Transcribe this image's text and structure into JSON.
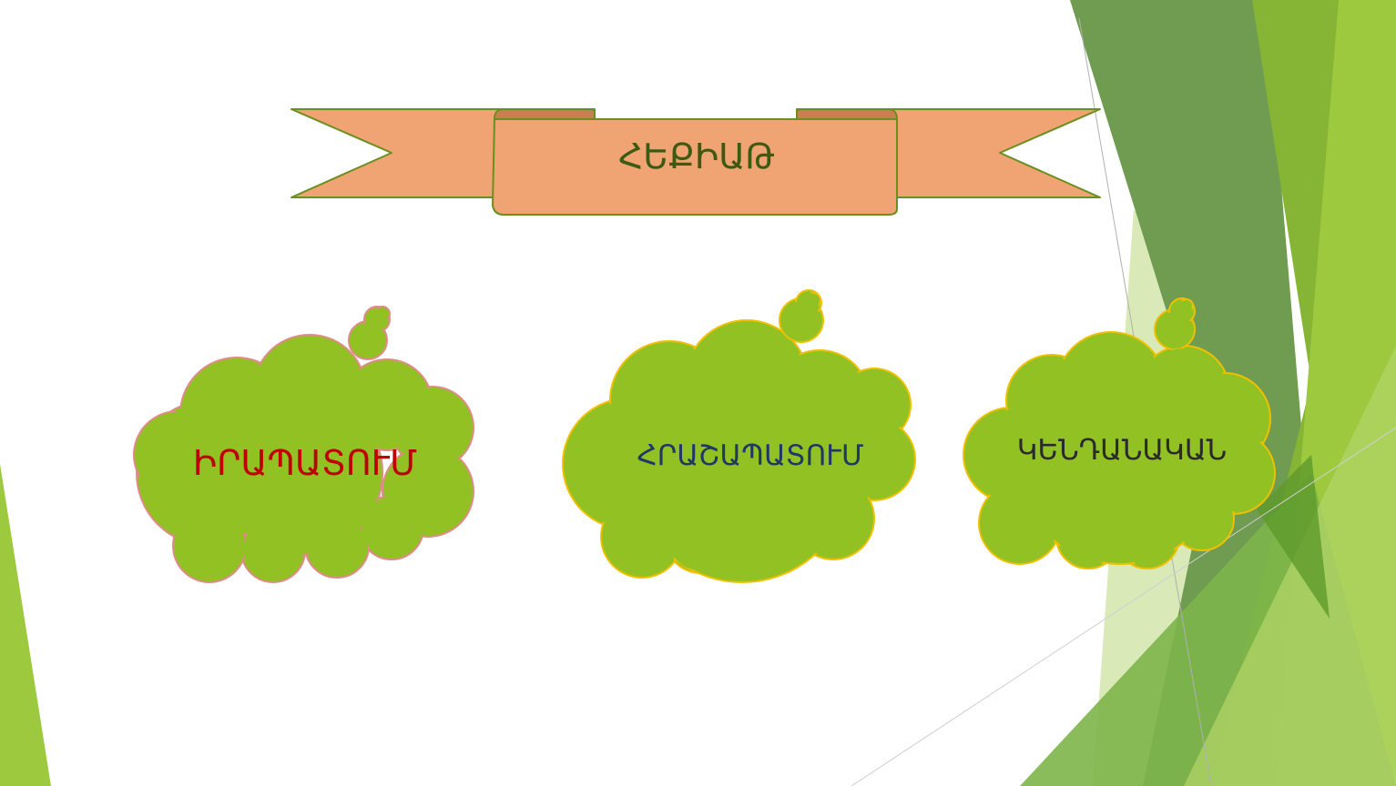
{
  "slide": {
    "banner": {
      "title": "ՀԵՔԻԱԹ",
      "title_color": "#3d5a12",
      "fill_color": "#f0a373",
      "outline_color": "#6a8f1e"
    },
    "bubbles": [
      {
        "label": "ԻՐԱՊԱՏՈՒՄ",
        "text_color": "#c00000",
        "fill_color": "#92c124",
        "outline_color": "#e08a8a"
      },
      {
        "label": "ՀՐԱՇԱՊԱՏՈՒՄ",
        "text_color": "#1f3864",
        "fill_color": "#92c124",
        "outline_color": "#f0c000"
      },
      {
        "label": "ԿԵՆԴԱՆԱԿԱՆ",
        "text_color": "#2a2a2a",
        "fill_color": "#92c124",
        "outline_color": "#f0c000"
      }
    ],
    "theme": {
      "greens": [
        "#709c52",
        "#86b434",
        "#9cc93e",
        "#b5d56a",
        "#d9eab8",
        "#5e9a2c"
      ]
    }
  }
}
